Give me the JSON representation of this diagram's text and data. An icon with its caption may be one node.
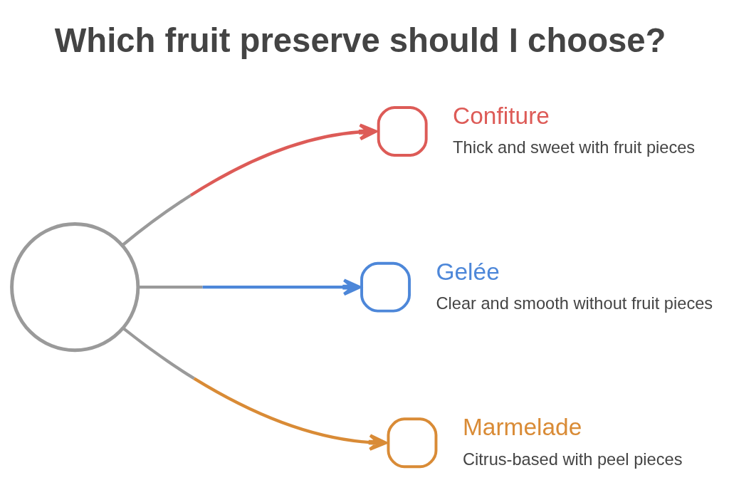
{
  "diagram": {
    "title": "Which fruit preserve should I choose?",
    "nodes": [
      {
        "text": [],
        "shape": "circle"
      },
      {
        "text": [],
        "shape": "picture",
        "beside": [
          "Confiture",
          "Thick and sweet with fruit pieces"
        ]
      },
      {
        "text": [],
        "shape": "picture",
        "beside": [
          "Gelée",
          "Clear and smooth without fruit pieces"
        ]
      },
      {
        "text": [],
        "shape": "picture",
        "beside": [
          "Marmelade",
          "Citrus-based with peel pieces"
        ]
      }
    ],
    "edges": [
      {
        "from": 0,
        "to": 1,
        "arrow": "to",
        "color": "#dd5b57"
      },
      {
        "from": 0,
        "to": 2,
        "arrow": "to",
        "color": "#4d87d9"
      },
      {
        "from": 0,
        "to": 3,
        "arrow": "to",
        "color": "#d98b36"
      }
    ]
  }
}
